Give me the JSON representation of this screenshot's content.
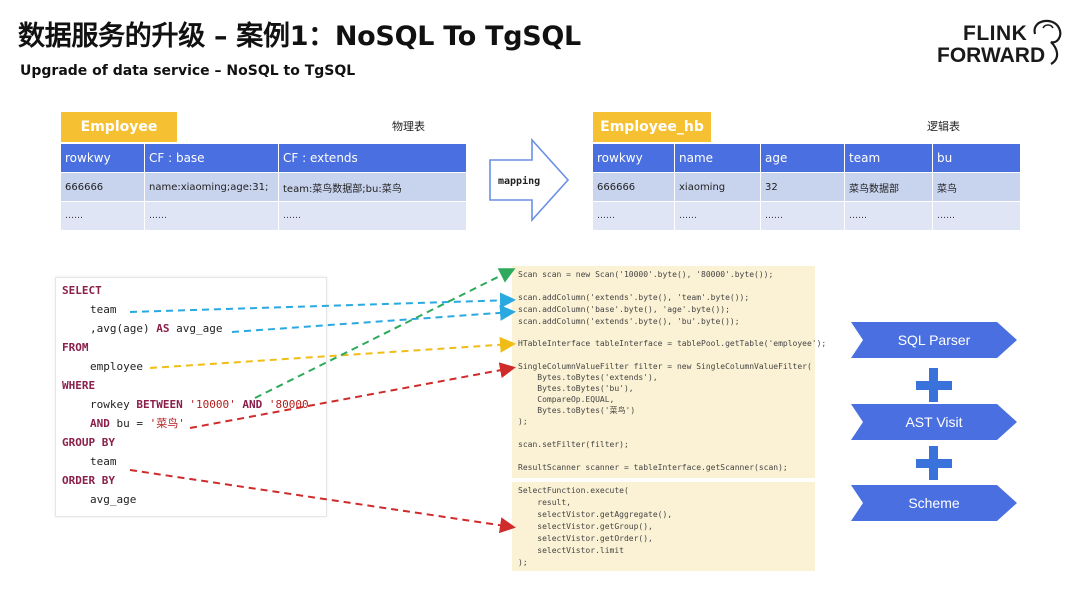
{
  "title": "数据服务的升级 – 案例1：NoSQL To TgSQL",
  "subtitle": "Upgrade of data service – NoSQL to TgSQL",
  "logo": {
    "line1": "FLINK",
    "line2": "FORWARD"
  },
  "physical_table": {
    "name": "Employee",
    "label": "物理表",
    "headers": [
      "rowkwy",
      "CF : base",
      "CF : extends"
    ],
    "row1": [
      "666666",
      "name:xiaoming;age:31;",
      "team:菜鸟数据部;bu:菜鸟"
    ],
    "row2": [
      "……",
      "……",
      "……"
    ]
  },
  "mapping": {
    "label": "mapping"
  },
  "logical_table": {
    "name": "Employee_hb",
    "label": "逻辑表",
    "headers": [
      "rowkwy",
      "name",
      "age",
      "team",
      "bu"
    ],
    "row1": [
      "666666",
      "xiaoming",
      "32",
      "菜鸟数据部",
      "菜鸟"
    ],
    "row2": [
      "……",
      "……",
      "……",
      "……",
      "……"
    ]
  },
  "sql": {
    "select": "SELECT",
    "team": "team",
    "avg_comma": ",",
    "avg_expr": "avg(age)",
    "as_kw": "AS",
    "avg_alias": "avg_age",
    "from": "FROM",
    "employee": "employee",
    "where": "WHERE",
    "rowkey": "rowkey",
    "between": "BETWEEN",
    "v1": "'10000'",
    "and_kw": "AND",
    "v2": "'80000",
    "and2": "AND",
    "bu_eq": "bu =",
    "bu_val": "'菜鸟'",
    "group_by": "GROUP BY",
    "team2": "team",
    "order_by": "ORDER BY",
    "avg_age2": "avg_age"
  },
  "code1": [
    "Scan scan = new Scan('10000'.byte(), '80000'.byte());",
    "scan.addColumn('extends'.byte(), 'team'.byte());",
    "scan.addColumn('base'.byte(), 'age'.byte());",
    "scan.addColumn('extends'.byte(), 'bu'.byte());",
    "HTableInterface tableInterface = tablePool.getTable('employee');",
    "SingleColumnValueFilter filter = new SingleColumnValueFilter(",
    "    Bytes.toBytes('extends'),",
    "    Bytes.toBytes('bu'),",
    "    CompareOp.EQUAL,",
    "    Bytes.toBytes('菜鸟')",
    ");",
    "scan.setFilter(filter);",
    "ResultScanner scanner = tableInterface.getScanner(scan);"
  ],
  "code2": [
    "SelectFunction.execute(",
    "    result,",
    "    selectVistor.getAggregate(),",
    "    selectVistor.getGroup(),",
    "    selectVistor.getOrder(),",
    "    selectVistor.limit",
    ");"
  ],
  "flow": {
    "step1": "SQL Parser",
    "step2": "AST Visit",
    "step3": "Scheme"
  },
  "colors": {
    "accent_yellow": "#f5c133",
    "table_header": "#4a6fe0",
    "flow_blue": "#4a6fe0",
    "plus_blue": "#3a72db",
    "line_cyan": "#29a9e0",
    "line_green": "#2eaa5c",
    "line_yellow": "#f0bd16",
    "line_red": "#d02b2b"
  }
}
